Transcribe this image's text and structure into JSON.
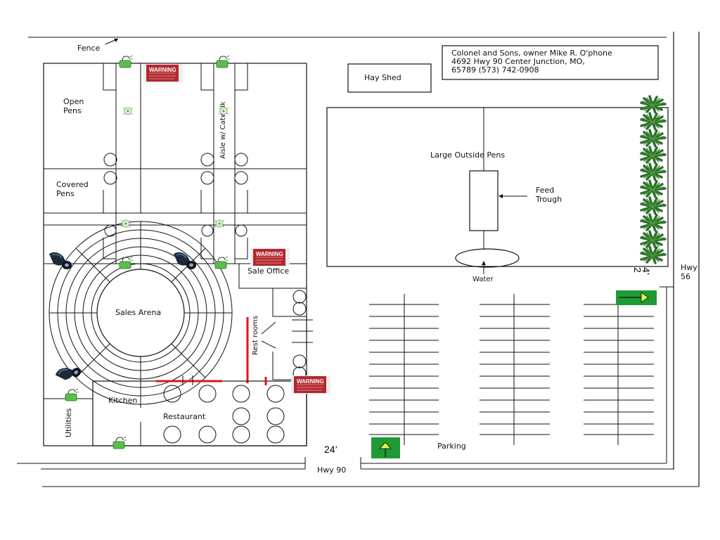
{
  "labels": {
    "fence": "Fence",
    "hay_shed": "Hay Shed",
    "open_pens": [
      "Open",
      "Pens"
    ],
    "covered_pens": [
      "Covered",
      "Pens"
    ],
    "aisle": "Aisle w/ Catwalk",
    "large_outside_pens": "Large Outside Pens",
    "feed_trough": [
      "Feed",
      "Trough"
    ],
    "water": "Water",
    "sale_office": "Sale Office",
    "sales_arena": "Sales Arena",
    "rest_rooms": "Rest rooms",
    "kitchen": "Kitchen",
    "restaurant": "Restaurant",
    "utilities": "Utilities",
    "parking": "Parking",
    "hwy90": "Hwy 90",
    "hwy56": [
      "Hwy",
      "56"
    ],
    "dim_24_bottom": "24’",
    "dim_24_side": [
      "2",
      "4’"
    ],
    "warning": "WARNING"
  },
  "owner_info": [
    "Colonel and Sons, owner Mike R. O'phone",
    "4692 Hwy 90 Center Junction, MO,",
    "65789 (573) 742-0908"
  ],
  "icons": {
    "fire_extinguisher": "fire-extinguisher-icon",
    "sprinkler": "sprinkler-icon",
    "security_camera": "security-camera-icon",
    "warning_sign": "warning-sign-icon",
    "entrance_arrow": "entrance-arrow-icon",
    "tree": "tree-icon"
  },
  "colors": {
    "warning_red": "#b2282e",
    "restroom_wall_red": "#e0151b",
    "arrow_green": "#1f9a34",
    "extinguisher_green": "#58c04a",
    "tree_green": "#2d6e2d"
  }
}
